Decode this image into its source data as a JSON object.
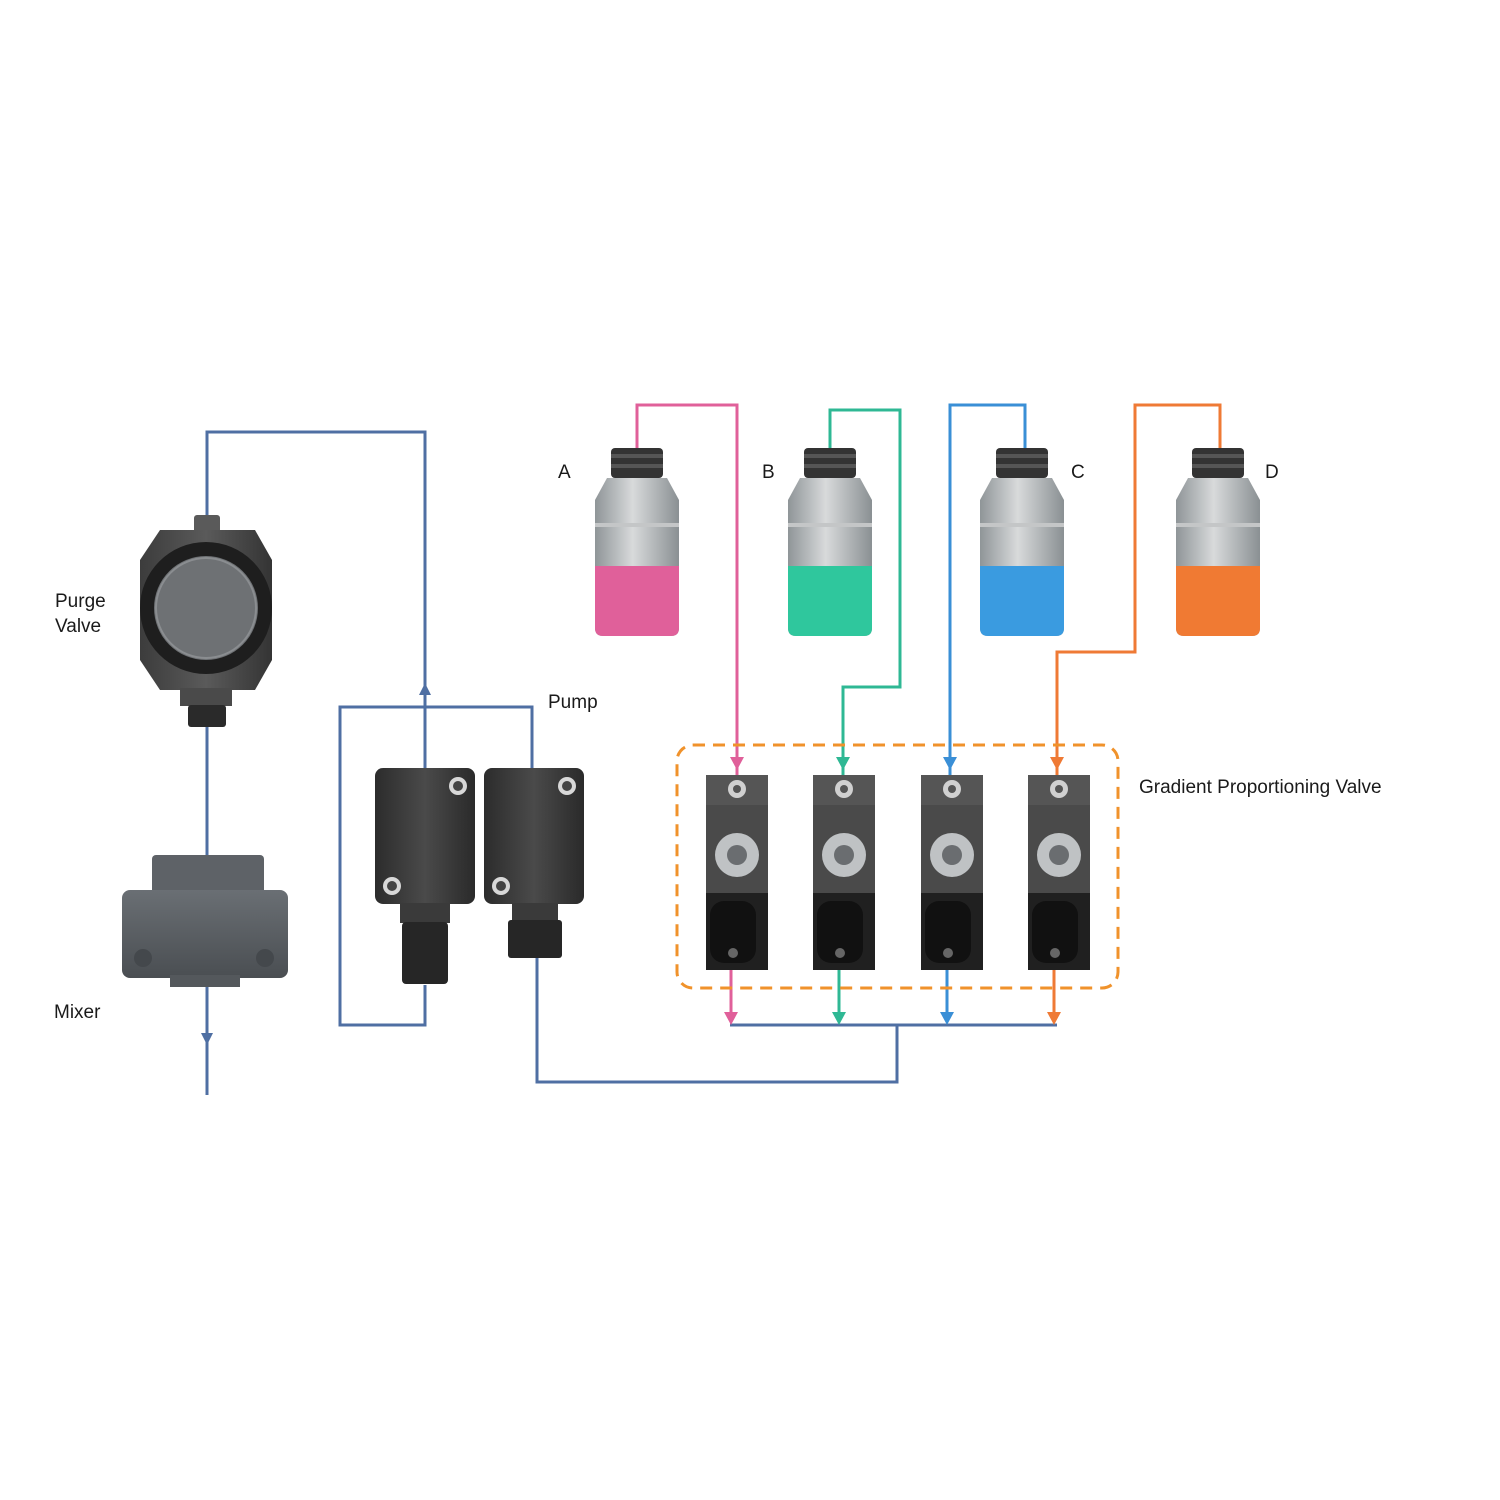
{
  "labels": {
    "purge_valve_line1": "Purge",
    "purge_valve_line2": "Valve",
    "mixer": "Mixer",
    "pump": "Pump",
    "gpv": "Gradient Proportioning Valve"
  },
  "bottles": [
    {
      "letter": "A",
      "liquid_color": "#e0609a"
    },
    {
      "letter": "B",
      "liquid_color": "#2fc79d"
    },
    {
      "letter": "C",
      "liquid_color": "#3a9be0"
    },
    {
      "letter": "D",
      "liquid_color": "#f07a33"
    }
  ],
  "colors": {
    "main_line": "#4f6fa3",
    "line_a": "#e0609a",
    "line_b": "#2fb894",
    "line_c": "#3a8fd6",
    "line_d": "#ef7a35",
    "dashed_box": "#f0922b",
    "component_dark": "#3d3d3d"
  }
}
